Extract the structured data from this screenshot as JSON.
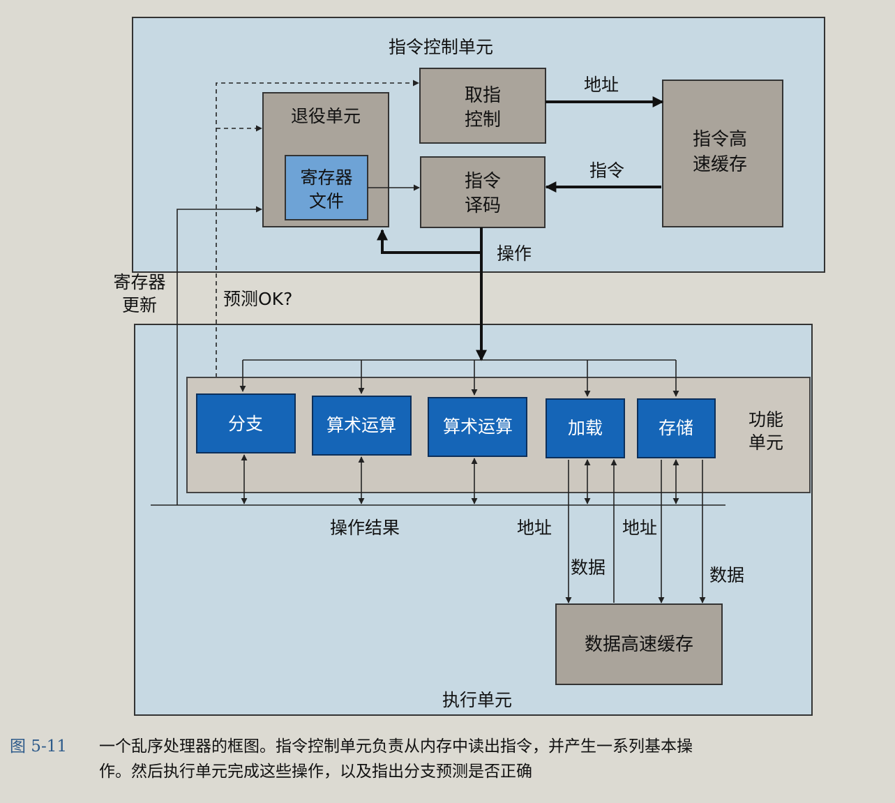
{
  "diagram": {
    "icu_title": "指令控制单元",
    "retire_unit": "退役单元",
    "register_file": [
      "寄存器",
      "文件"
    ],
    "fetch_control": [
      "取指",
      "控制"
    ],
    "instr_decode": [
      "指令",
      "译码"
    ],
    "icache": [
      "指令高",
      "速缓存"
    ],
    "label_addr_top": "地址",
    "label_instr": "指令",
    "label_ops": "操作",
    "label_reg_update": [
      "寄存器",
      "更新"
    ],
    "label_pred_ok": "预测OK?",
    "functional_units": [
      "分支",
      "算术运算",
      "算术运算",
      "加载",
      "存储"
    ],
    "fu_group_label": [
      "功能",
      "单元"
    ],
    "label_op_results": "操作结果",
    "label_addr_load": "地址",
    "label_addr_store": "地址",
    "label_data_load": "数据",
    "label_data_store": "数据",
    "dcache": "数据高速缓存",
    "eu_title": "执行单元"
  },
  "caption": {
    "figure_number": "图 5-11",
    "line1": "一个乱序处理器的框图。指令控制单元负责从内存中读出指令，并产生一系列基本操",
    "line2": "作。然后执行单元完成这些操作，以及指出分支预测是否正确"
  },
  "colors": {
    "region_fill": "#c7d9e3",
    "gray_box": "#aaa49b",
    "register_file_fill": "#6ea3d6",
    "functional_unit_fill": "#1565b7"
  }
}
